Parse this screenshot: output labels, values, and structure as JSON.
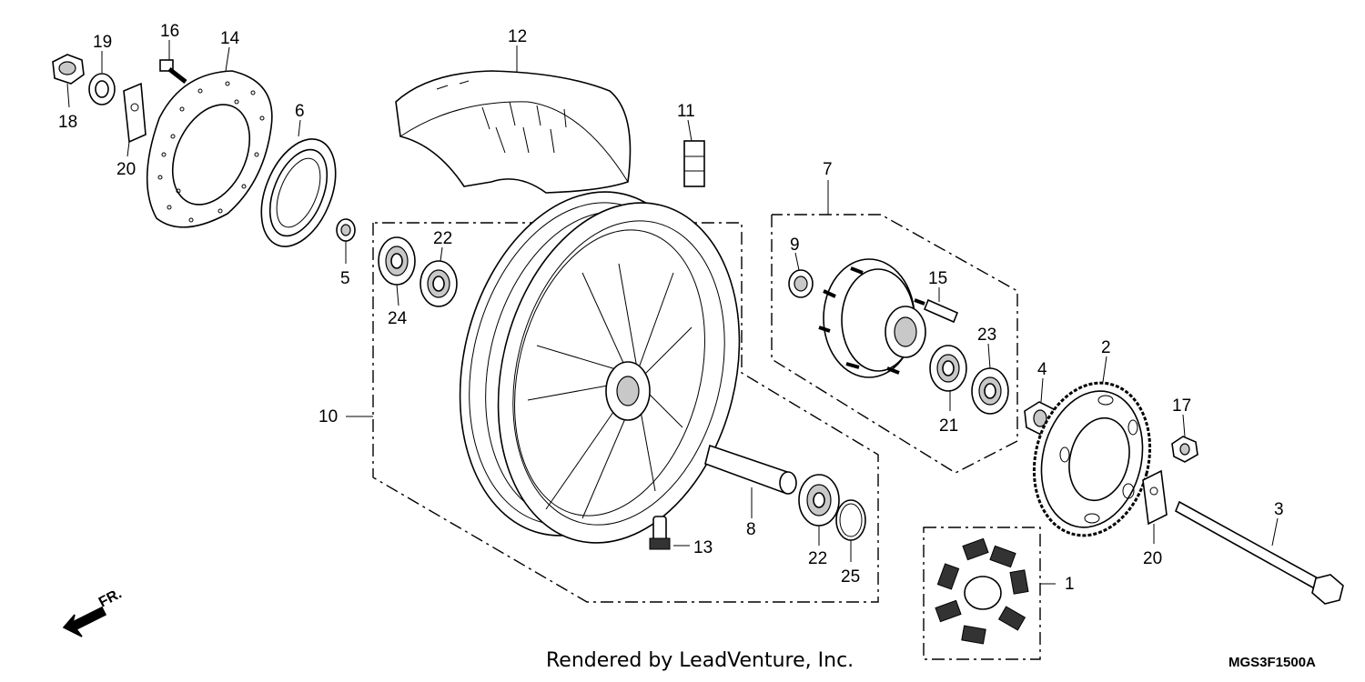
{
  "diagram": {
    "footer": "Rendered by LeadVenture, Inc.",
    "diagram_code": "MGS3F1500A",
    "direction_label": "FR.",
    "callouts": {
      "c1": "1",
      "c2": "2",
      "c3": "3",
      "c4": "4",
      "c5": "5",
      "c6": "6",
      "c7": "7",
      "c8": "8",
      "c9": "9",
      "c10": "10",
      "c11": "11",
      "c12": "12",
      "c13": "13",
      "c14": "14",
      "c15": "15",
      "c16": "16",
      "c17": "17",
      "c18": "18",
      "c19": "19",
      "c20a": "20",
      "c20b": "20",
      "c21": "21",
      "c22a": "22",
      "c22b": "22",
      "c23": "23",
      "c24": "24",
      "c25": "25"
    }
  }
}
